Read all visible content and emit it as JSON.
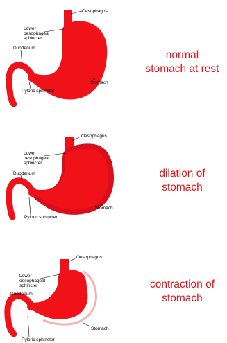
{
  "colors": {
    "stomach": "#f01218",
    "dilation": "#d80f1a",
    "caption": "#e0141b",
    "leader": "#000000"
  },
  "panels": [
    {
      "caption": "normal\nstomach at rest",
      "labels": {
        "oesophagus": "Oesophagus",
        "lower_sphincter": "Lower\noesophageal\nsphincter",
        "duodenum": "Duodenum",
        "pyloric": "Pyloric sphincter",
        "stomach": "Stomach"
      }
    },
    {
      "caption": "dilation of\nstomach",
      "labels": {
        "oesophagus": "Oesophagus",
        "lower_sphincter": "Lower\noesophageal\nsphincter",
        "duodenum": "Duodenum",
        "pyloric": "Pyloric sphincter",
        "stomach": "Stomach"
      }
    },
    {
      "caption": "contraction of\nstomach",
      "labels": {
        "oesophagus": "Oesophagus",
        "lower_sphincter": "Lower\noesophageal\nsphincter",
        "duodenum": "Duodenum",
        "pyloric": "Pyloric sphincter",
        "stomach": "Stomach"
      }
    }
  ]
}
